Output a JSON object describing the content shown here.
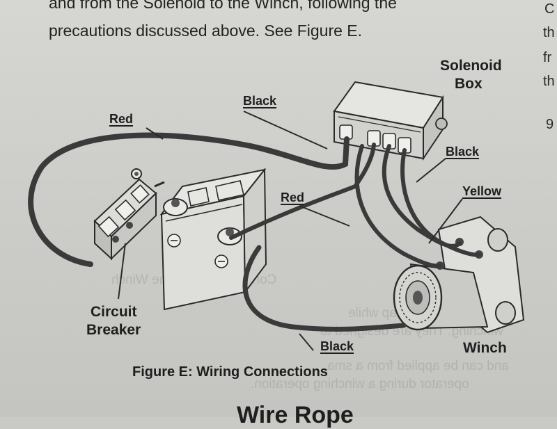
{
  "intro_text": {
    "line1": "and from the Solenoid to the Winch, following the",
    "line2": "precautions discussed above.  See Figure E."
  },
  "right_column_fragments": [
    "C",
    "th",
    "fr",
    "th",
    "9"
  ],
  "labels": {
    "solenoid_box_line1": "Solenoid",
    "solenoid_box_line2": "Box",
    "black_top": "Black",
    "red_top": "Red",
    "black_right": "Black",
    "red_middle": "Red",
    "yellow": "Yellow",
    "circuit_breaker_line1": "Circuit",
    "circuit_breaker_line2": "Breaker",
    "black_bottom": "Black",
    "winch": "Winch"
  },
  "caption": "Figure E:  Wiring Connections",
  "bottom_heading": "Wire Rope",
  "bleed_through": {
    "line1": "Connect and Test the Winch",
    "line2": "a Recovery Strap while",
    "line3": "winching. They are designed to",
    "line4": "and can be applied from a sma",
    "line5": "operator during a winching operation."
  }
}
